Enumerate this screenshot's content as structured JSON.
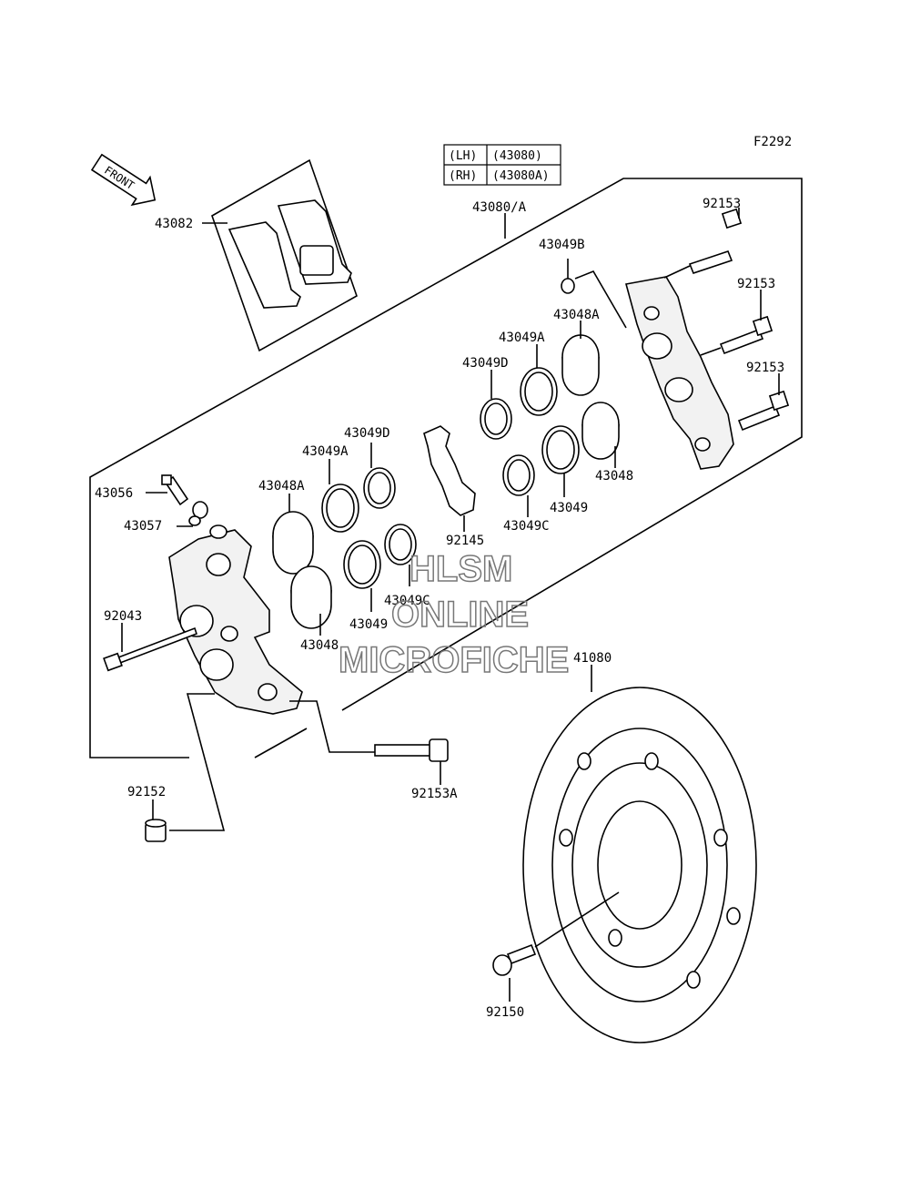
{
  "figure_code": "F2292",
  "front_label": "FRONT",
  "assembly_table": [
    {
      "side": "(LH)",
      "part": "(43080)"
    },
    {
      "side": "(RH)",
      "part": "(43080A)"
    }
  ],
  "labels": {
    "p43082": "43082",
    "p43080A": "43080/A",
    "p43049B": "43049B",
    "p92153_1": "92153",
    "p92153_2": "92153",
    "p92153_3": "92153",
    "p43048A_r": "43048A",
    "p43049A_r": "43049A",
    "p43049D_r": "43049D",
    "p43048_r": "43048",
    "p43049_r": "43049",
    "p43049C_r": "43049C",
    "p92145": "92145",
    "p43049D_l": "43049D",
    "p43049A_l": "43049A",
    "p43048A_l": "43048A",
    "p43056": "43056",
    "p43057": "43057",
    "p92043": "92043",
    "p43049C_l": "43049C",
    "p43049_l": "43049",
    "p43048_l": "43048",
    "p41080": "41080",
    "p92152": "92152",
    "p92153A": "92153A",
    "p92150": "92150"
  },
  "watermark": {
    "line1": "HLSM",
    "line2": "ONLINE",
    "line3": "MICROFICHE"
  }
}
